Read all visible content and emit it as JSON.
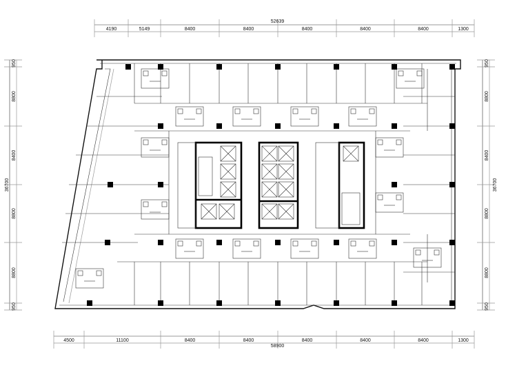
{
  "plan": {
    "top_dims": {
      "total": "52639",
      "segments": [
        "4190",
        "5149",
        "8400",
        "8400",
        "8400",
        "8400",
        "8400",
        "1300"
      ]
    },
    "bottom_dims": {
      "total": "58900",
      "segments": [
        "4500",
        "11100",
        "8400",
        "8400",
        "8400",
        "8400",
        "8400",
        "1300"
      ]
    },
    "left_dims": {
      "total": "36700",
      "segments": [
        "950",
        "8800",
        "8400",
        "8800",
        "8800",
        "950"
      ]
    },
    "right_dims": {
      "total": "36700",
      "segments": [
        "950",
        "8800",
        "8400",
        "8800",
        "8800",
        "950"
      ]
    }
  }
}
